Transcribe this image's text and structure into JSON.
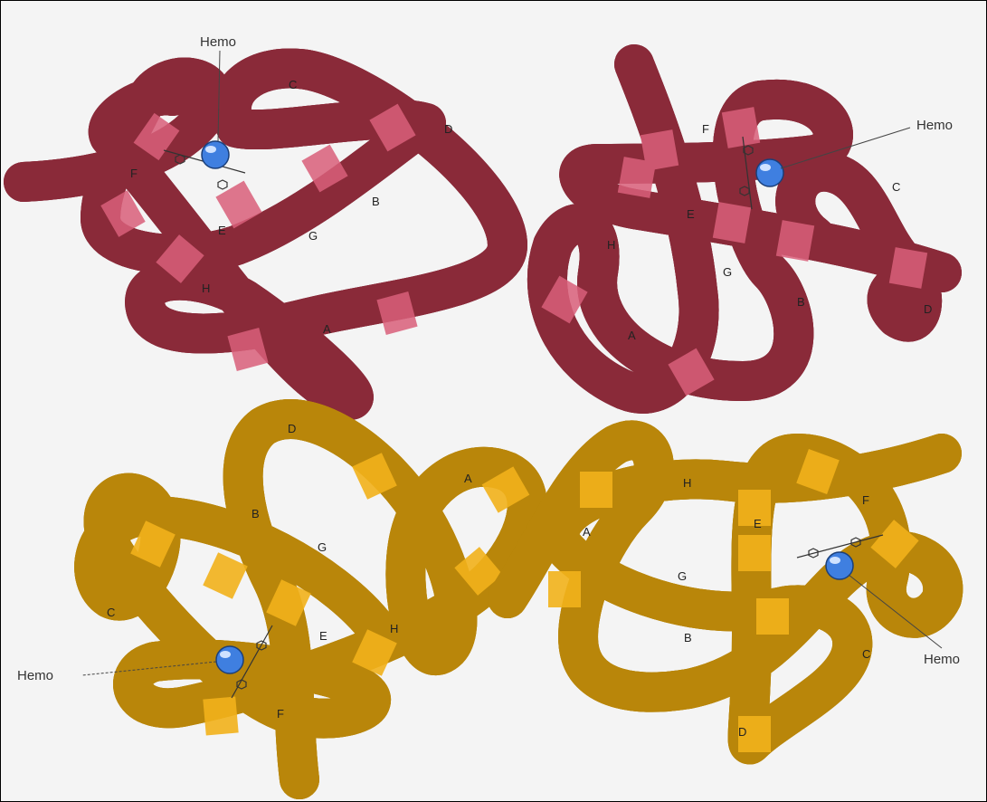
{
  "colors": {
    "alpha_fill": "#f2b7b7",
    "alpha_band": "#d9607a",
    "alpha_edge": "#8a2a3a",
    "beta_fill": "#f3cf5a",
    "beta_band": "#f2b21b",
    "beta_edge": "#b8860b",
    "highlight": "#ffffff",
    "heme": "#3f7fe0"
  },
  "helix_labels": [
    "A",
    "B",
    "C",
    "D",
    "E",
    "F",
    "G",
    "H"
  ],
  "subunits": [
    {
      "id": "top-left",
      "hemo_label": "Hemo",
      "helices": [
        "C",
        "D",
        "F",
        "B",
        "E",
        "G",
        "H",
        "A"
      ]
    },
    {
      "id": "top-right",
      "hemo_label": "Hemo",
      "helices": [
        "F",
        "C",
        "E",
        "H",
        "G",
        "B",
        "D",
        "A"
      ]
    },
    {
      "id": "bottom-left",
      "hemo_label": "Hemo",
      "helices": [
        "D",
        "A",
        "B",
        "G",
        "C",
        "E",
        "H",
        "F"
      ]
    },
    {
      "id": "bottom-right",
      "hemo_label": "Hemo",
      "helices": [
        "H",
        "A",
        "E",
        "F",
        "G",
        "B",
        "C",
        "D"
      ]
    }
  ]
}
